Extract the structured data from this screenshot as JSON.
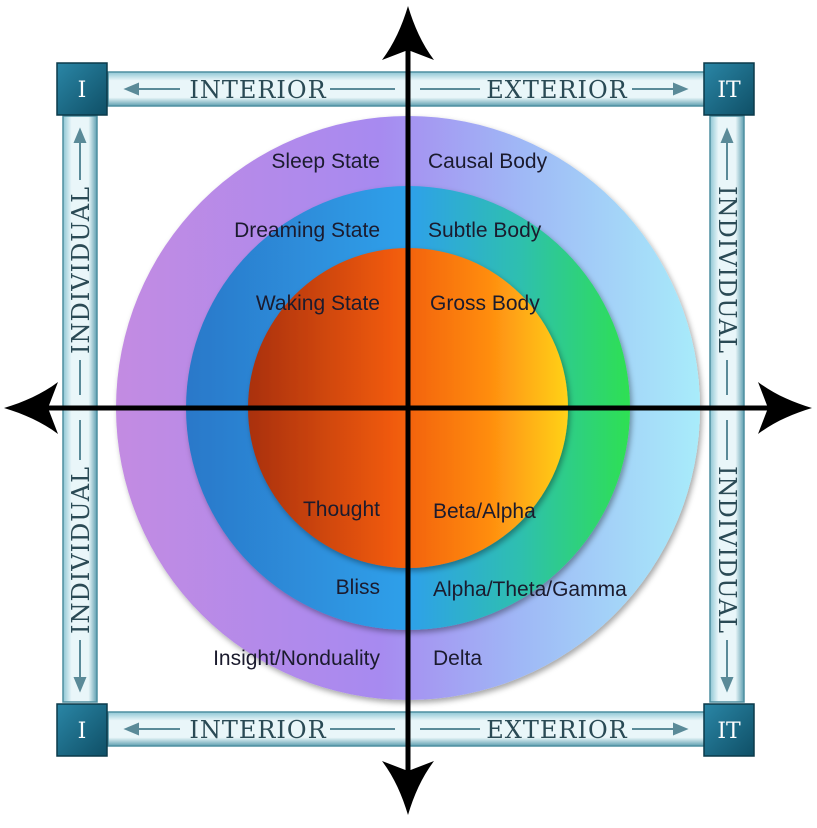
{
  "corners": {
    "top_left": "I",
    "top_right": "IT",
    "bottom_left": "I",
    "bottom_right": "IT"
  },
  "frame": {
    "top_left": "INTERIOR",
    "top_right": "EXTERIOR",
    "bottom_left": "INTERIOR",
    "bottom_right": "EXTERIOR",
    "left_upper": "INDIVIDUAL",
    "left_lower": "INDIVIDUAL",
    "right_upper": "INDIVIDUAL",
    "right_lower": "INDIVIDUAL"
  },
  "labels": {
    "sleep_state": "Sleep State",
    "dreaming_state": "Dreaming State",
    "waking_state": "Waking State",
    "causal_body": "Causal Body",
    "subtle_body": "Subtle Body",
    "gross_body": "Gross Body",
    "thought": "Thought",
    "bliss": "Bliss",
    "insight_nonduality": "Insight/Nonduality",
    "beta_alpha": "Beta/Alpha",
    "alpha_theta_gamma": "Alpha/Theta/Gamma",
    "delta": "Delta"
  },
  "colors": {
    "outer_left": "#b77fe0",
    "outer_right": "#9fe3f5",
    "middle_left": "#2f86d8",
    "middle_right": "#30d05a",
    "inner_left": "#b83a10",
    "inner_right": "#ffc81a",
    "frame_bar": "#6fb0c0",
    "corner_box": "#1d6e8a",
    "axis": "#000000"
  }
}
